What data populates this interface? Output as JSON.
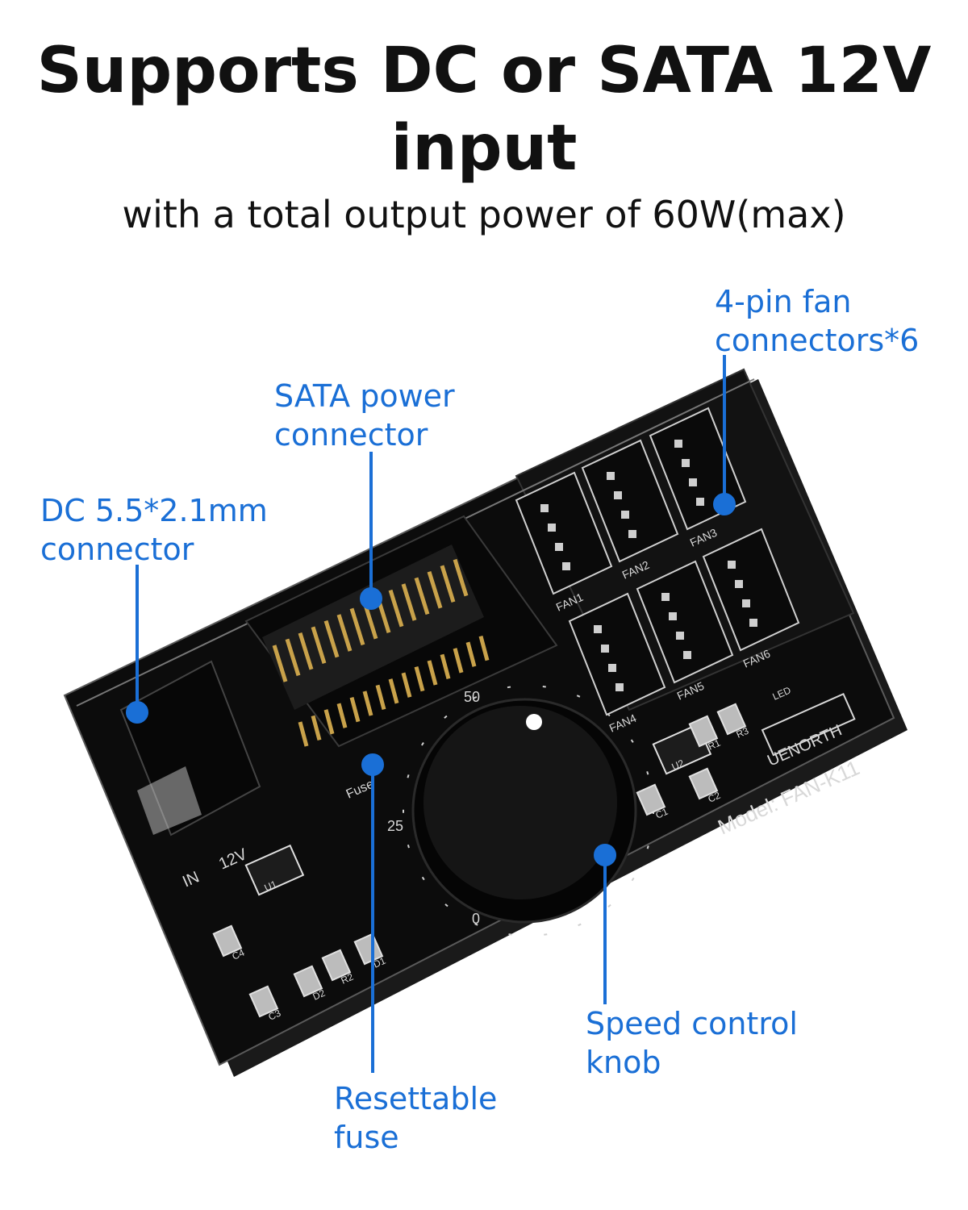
{
  "header": {
    "title_line1": "Supports DC or SATA 12V",
    "title_line2": "input",
    "subtitle": "with a  total output power of 60W(max)"
  },
  "callouts": {
    "fan_connectors": [
      "4-pin fan",
      "connectors*6"
    ],
    "sata": [
      "SATA power",
      "connector"
    ],
    "dc": [
      "DC 5.5*2.1mm",
      "connector"
    ],
    "fuse": [
      "Resettable",
      "fuse"
    ],
    "knob": [
      "Speed control",
      "knob"
    ]
  },
  "board": {
    "model": "Model: FAN-K11",
    "brand": "UENORTH",
    "input_label": "IN",
    "voltage_label": "12V",
    "fuse_label": "Fuse",
    "led_label": "LED",
    "fan_labels": [
      "FAN1",
      "FAN2",
      "FAN3",
      "FAN4",
      "FAN5",
      "FAN6"
    ],
    "dial_marks": [
      "0",
      "25",
      "50"
    ],
    "components": [
      "U1",
      "U2",
      "R1",
      "R2",
      "R3",
      "C1",
      "C2",
      "C3",
      "C4",
      "D1",
      "D2"
    ]
  },
  "colors": {
    "accent": "#1a6fd6",
    "board": "#0c0c0c",
    "gold": "#c9a24a"
  }
}
